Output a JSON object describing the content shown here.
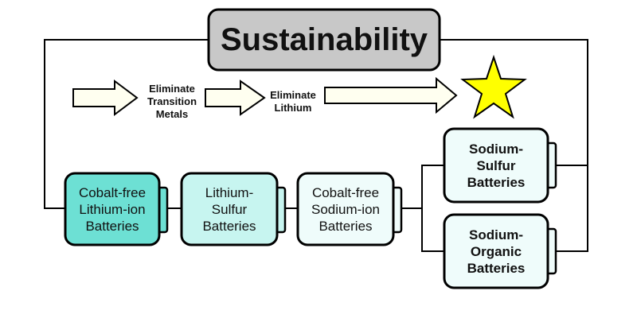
{
  "title": "Sustainability",
  "steps": {
    "eliminate_transition_metals": "Eliminate\nTransition\nMetals",
    "eliminate_lithium": "Eliminate\nLithium"
  },
  "batteries": {
    "cobalt_free_li_ion": "Cobalt-free\nLithium-ion\nBatteries",
    "lithium_sulfur": "Lithium-\nSulfur\nBatteries",
    "cobalt_free_na_ion": "Cobalt-free\nSodium-ion\nBatteries",
    "sodium_sulfur": "Sodium-\nSulfur\nBatteries",
    "sodium_organic": "Sodium-\nOrganic\nBatteries"
  },
  "colors": {
    "title_fill": "#c8c8c8",
    "battery_1_fill": "#6de0d4",
    "battery_2_fill": "#c7f5f0",
    "battery_light_fill": "#effcfb",
    "arrow_fill": "#fffff0",
    "star_fill": "#ffff00",
    "line": "#000000"
  },
  "icons": {
    "star": "star-icon",
    "arrow": "block-arrow-right-icon",
    "battery": "battery-icon"
  }
}
